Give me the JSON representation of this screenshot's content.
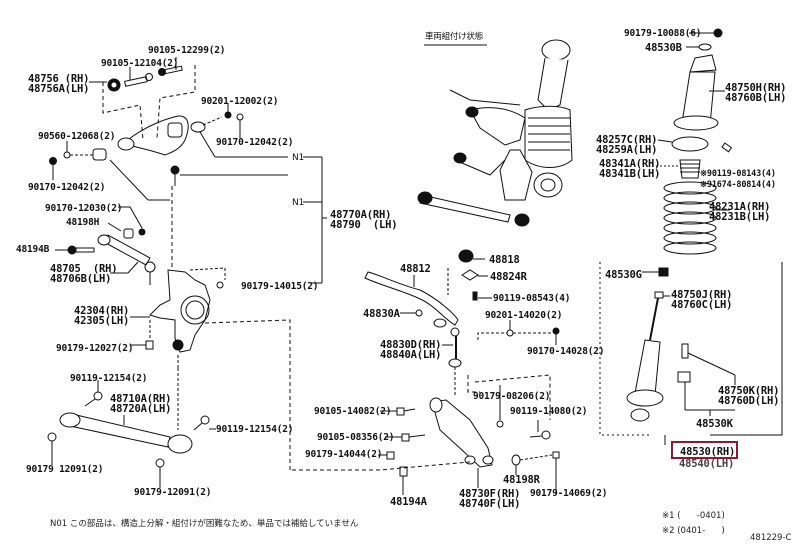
{
  "diagram": {
    "title_jp": "車両組付け状態",
    "figure_code": "481229-C",
    "highlight_color": "#8b1a32",
    "footnote": "N01 この部品は、構造上分解・組付けが困難なため、単品では補給していません",
    "range_notes": [
      "※1 (      -0401)",
      "※2 (0401-      )"
    ],
    "reference_marker": "N1",
    "labels": {
      "p90105_12299": "90105-12299(2)",
      "p90105_12104": "90105-12104(2)",
      "p48756": "48756 (RH)\n48756A(LH)",
      "p90201_12002": "90201-12002(2)",
      "p90560_12068": "90560-12068(2)",
      "p90170_12042a": "90170-12042(2)",
      "p90170_12042b": "90170-12042(2)",
      "p90170_12030": "90170-12030(2)",
      "p48198h": "48198H",
      "p48194b": "48194B",
      "p48705": "48705  (RH)\n48706B(LH)",
      "p48770a": "48770A(RH)\n48790  (LH)",
      "p90179_14015": "90179-14015(2)",
      "p42304": "42304(RH)\n42305(LH)",
      "p90179_12027": "90179-12027(2)",
      "p90119_12154a": "90119-12154(2)",
      "p48710a": "48710A(RH)\n48720A(LH)",
      "p90119_12154b": "90119-12154(2)",
      "p90179_12091a": "90179 12091(2)",
      "p90179_12091b": "90179-12091(2)",
      "p48818": "48818",
      "p48824r": "48824R",
      "p48812": "48812",
      "p90119_08543": "90119-08543(4)",
      "p48830a": "48830A",
      "p90201_14020": "90201-14020(2)",
      "p48830d": "48830D(RH)\n48840A(LH)",
      "p90170_14028": "90170-14028(2)",
      "p90179_08206": "90179-08206(2)",
      "p90105_14082": "90105-14082(2)",
      "p90119_14080": "90119-14080(2)",
      "p90105_08356": "90105-08356(2)",
      "p90179_14044": "90179-14044(2)",
      "p48198r": "48198R",
      "p90179_14069": "90179-14069(2)",
      "p48194a": "48194A",
      "p48730f": "48730F(RH)\n48740F(LH)",
      "p90179_10088": "90179-10088(6)",
      "p48530b": "48530B",
      "p48750h": "48750H(RH)\n48760B(LH)",
      "p48257c": "48257C(RH)\n48259A(LH)",
      "p48341a": "48341A(RH)\n48341B(LH)",
      "p90119_08143": "※90119-08143(4)",
      "p91674_80814": "※91674-80814(4)",
      "p48231a": "48231A(RH)\n48231B(LH)",
      "p48530g": "48530G",
      "p48750j": "48750J(RH)\n48760C(LH)",
      "p48750k": "48750K(RH)\n48760D(LH)",
      "p48530k": "48530K",
      "p48530": "48530(RH)",
      "p48540": "48540(LH)"
    }
  }
}
